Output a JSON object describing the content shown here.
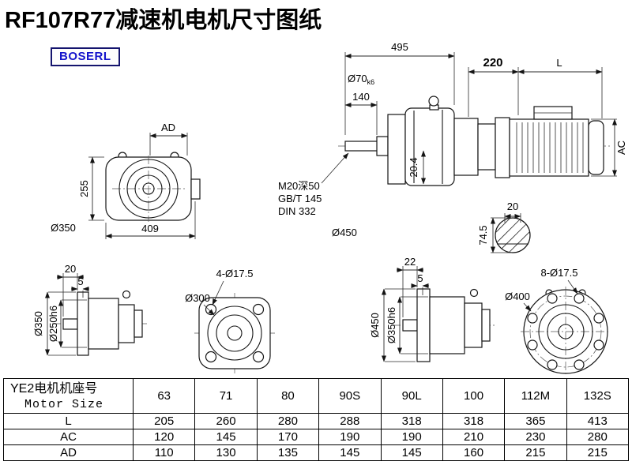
{
  "page": {
    "title": "RF107R77减速机电机尺寸图纸",
    "logo_text": "BOSERL"
  },
  "top_view": {
    "dim_ad": "AD",
    "dim_height": "255",
    "dim_width": "409",
    "dim_outer": "Ø350"
  },
  "side_view": {
    "dim_total": "495",
    "dim_shaft_len": "140",
    "dim_shaft_dia": "Ø70",
    "dim_shaft_tol": "k6",
    "dim_adapter": "220",
    "dim_motor_len": "L",
    "dim_ac": "AC",
    "dim_key": "20.4",
    "note_thread": "M20深50",
    "note_std1": "GB/T 145",
    "note_std2": "DIN 332",
    "dim_flange": "Ø450"
  },
  "shaft_section": {
    "dim_width": "20",
    "dim_height": "74.5"
  },
  "flange_side_small": {
    "dim_thk": "20",
    "dim_step": "5",
    "dim_outer": "Ø350",
    "dim_spigot": "Ø250h6"
  },
  "flange_front_small": {
    "holes": "4-Ø17.5",
    "bolt_circle": "Ø300"
  },
  "flange_side_large": {
    "dim_thk": "22",
    "dim_step": "5",
    "dim_outer": "Ø450",
    "dim_spigot": "Ø350h6"
  },
  "flange_front_large": {
    "holes": "8-Ø17.5",
    "bolt_circle": "Ø400"
  },
  "table": {
    "header_line1": "YE2电机机座号",
    "header_line2": "Motor Size",
    "columns": [
      "63",
      "71",
      "80",
      "90S",
      "90L",
      "100",
      "112M",
      "132S"
    ],
    "rows": [
      {
        "label": "L",
        "values": [
          "205",
          "260",
          "280",
          "288",
          "318",
          "318",
          "365",
          "413"
        ]
      },
      {
        "label": "AC",
        "values": [
          "120",
          "145",
          "170",
          "190",
          "190",
          "210",
          "230",
          "280"
        ]
      },
      {
        "label": "AD",
        "values": [
          "110",
          "130",
          "135",
          "145",
          "145",
          "160",
          "215",
          "215"
        ]
      }
    ]
  }
}
